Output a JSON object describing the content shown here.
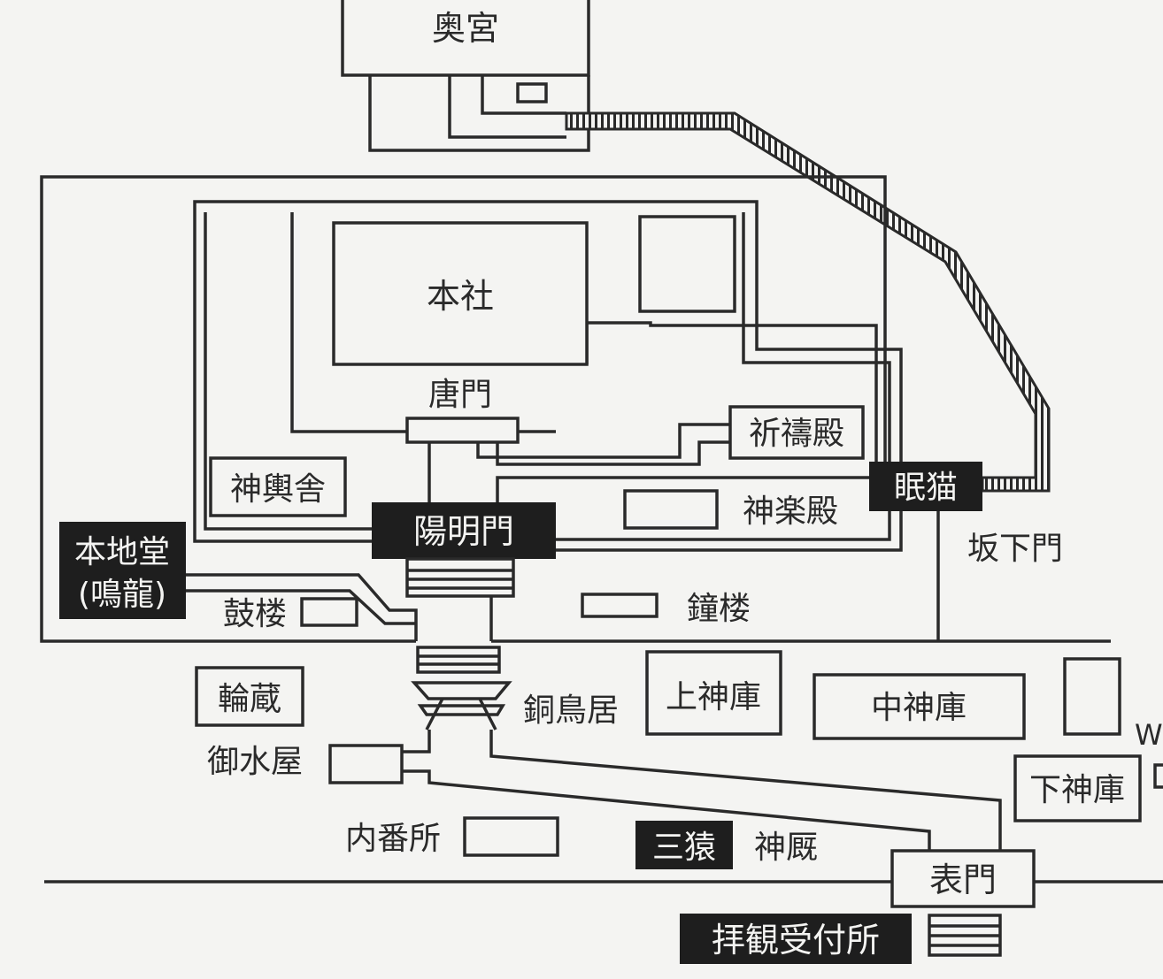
{
  "labels": {
    "okumiya": "奥宮",
    "honsha": "本社",
    "karamon": "唐門",
    "kitoden": "祈禱殿",
    "shinyosha": "神輿舎",
    "nemuri_neko": "眠猫",
    "kaguraden": "神楽殿",
    "sakashitamon": "坂下門",
    "yomeimon": "陽明門",
    "honjido_line1": "本地堂",
    "honjido_line2": "(鳴龍)",
    "koro": "鼓楼",
    "shoro": "鐘楼",
    "rinzo": "輪蔵",
    "dotorii": "銅鳥居",
    "kami_jinko": "上神庫",
    "naka_jinko": "中神庫",
    "w": "W",
    "shimo_jinko": "下神庫",
    "omizuya": "御水屋",
    "uchibansho": "内番所",
    "sanzaru": "三猿",
    "shinkyusha": "神厩",
    "omotemon": "表門",
    "uketsuke": "拝観受付所"
  },
  "colors": {
    "ink": "#2a2a2a",
    "paper": "#f4f4f2"
  }
}
